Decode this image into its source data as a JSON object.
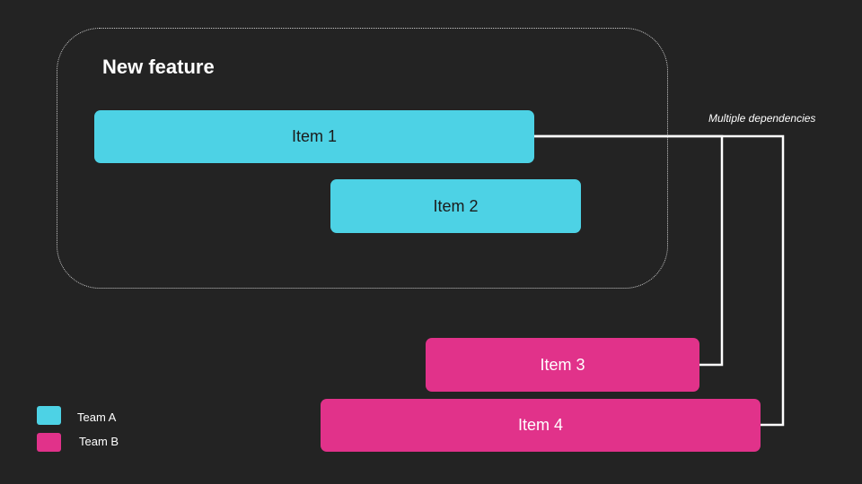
{
  "diagram": {
    "group_title": "New feature",
    "items": [
      {
        "id": "item-1",
        "label": "Item 1",
        "team": "Team A"
      },
      {
        "id": "item-2",
        "label": "Item 2",
        "team": "Team A"
      },
      {
        "id": "item-3",
        "label": "Item 3",
        "team": "Team B"
      },
      {
        "id": "item-4",
        "label": "Item 4",
        "team": "Team B"
      }
    ],
    "dependencies": [
      {
        "from": "Item 1",
        "to": "Item 3"
      },
      {
        "from": "Item 1",
        "to": "Item 4"
      }
    ],
    "dependency_note": "Multiple dependencies"
  },
  "legend": [
    {
      "label": "Team A",
      "color": "#4dd2e5"
    },
    {
      "label": "Team B",
      "color": "#e1328a"
    }
  ],
  "colors": {
    "background": "#232323",
    "team_a": "#4dd2e5",
    "team_b": "#e1328a",
    "connector": "#ffffff"
  }
}
